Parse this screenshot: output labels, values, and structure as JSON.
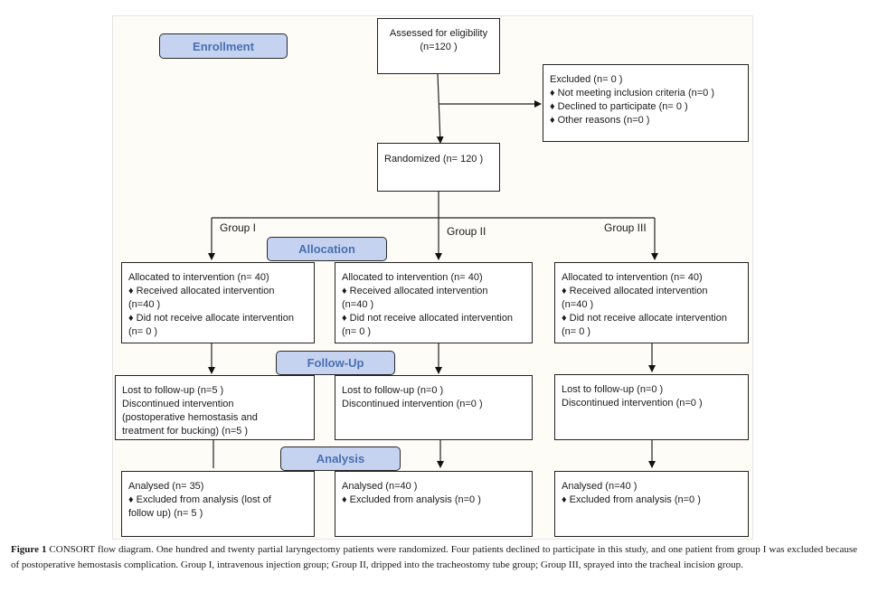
{
  "stages": {
    "enrollment": "Enrollment",
    "allocation": "Allocation",
    "followup": "Follow-Up",
    "analysis": "Analysis"
  },
  "assessed": {
    "line1": "Assessed for eligibility",
    "line2": "(n=120 )"
  },
  "excluded": {
    "title": "Excluded (n= 0  )",
    "items": [
      "Not meeting inclusion criteria (n=0 )",
      "Declined to participate (n= 0 )",
      "Other reasons (n=0  )"
    ]
  },
  "randomized": "Randomized (n= 120 )",
  "groups": {
    "g1": "Group I",
    "g2": "Group II",
    "g3": "Group III"
  },
  "allocation": {
    "g1": [
      "Allocated to intervention (n= 40)",
      "♦ Received allocated intervention",
      "(n=40 )",
      "♦ Did not receive allocate intervention",
      "(n= 0 )"
    ],
    "g2": [
      "Allocated to intervention (n= 40)",
      "♦ Received allocated intervention",
      "(n=40 )",
      "♦ Did not receive allocated intervention",
      "(n= 0 )"
    ],
    "g3": [
      "Allocated to intervention (n= 40)",
      "♦ Received allocated intervention",
      "(n=40 )",
      "♦ Did not receive allocate intervention",
      "(n= 0 )"
    ]
  },
  "followup": {
    "g1": [
      "Lost to follow-up (n=5  )",
      "Discontinued intervention",
      "(postoperative hemostasis and",
      "treatment for bucking) (n=5  )"
    ],
    "g2": [
      "Lost to follow-up (n=0  )",
      "Discontinued intervention (n=0  )"
    ],
    "g3": [
      "Lost to follow-up (n=0  )",
      "Discontinued intervention (n=0  )"
    ]
  },
  "analysis": {
    "g1": [
      "Analysed  (n= 35)",
      "♦ Excluded from analysis (lost of",
      "follow up) (n= 5 )"
    ],
    "g2": [
      "Analysed  (n=40 )",
      "♦ Excluded from analysis (n=0 )"
    ],
    "g3": [
      "Analysed  (n=40 )",
      "♦ Excluded from analysis (n=0  )"
    ]
  },
  "caption": {
    "label": "Figure 1",
    "text": " CONSORT flow diagram. One hundred and twenty partial laryngectomy patients were randomized. Four patients declined to participate in this study, and one patient from group I was excluded because of postoperative hemostasis complication. Group I, intravenous injection group; Group II, dripped into the tracheostomy tube group; Group III, sprayed into the tracheal incision group."
  }
}
